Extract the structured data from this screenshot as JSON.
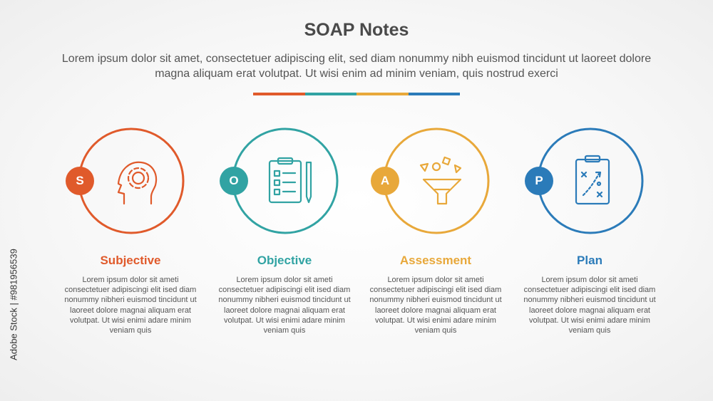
{
  "title": "SOAP Notes",
  "subtitle": "Lorem ipsum dolor sit amet, consectetuer adipiscing elit, sed diam nonummy nibh euismod tincidunt ut laoreet dolore magna aliquam erat volutpat. Ut wisi enim ad minim veniam, quis nostrud exerci",
  "colors": {
    "subjective": "#e05a2b",
    "objective": "#31a3a3",
    "assessment": "#e8a83a",
    "plan": "#2b7bb9"
  },
  "steps": [
    {
      "letter": "S",
      "heading": "Subjective",
      "icon": "head-gear-icon",
      "body": "Lorem ipsum dolor sit ameti consectetuer adipiscingi elit ised diam nonummy nibheri euismod tincidunt ut laoreet dolore magnai aliquam erat volutpat. Ut wisi enimi adare minim veniam quis"
    },
    {
      "letter": "O",
      "heading": "Objective",
      "icon": "clipboard-checklist-icon",
      "body": "Lorem ipsum dolor sit ameti consectetuer adipiscingi elit ised diam nonummy nibheri euismod tincidunt ut laoreet dolore magnai aliquam erat volutpat. Ut wisi enimi adare minim veniam quis"
    },
    {
      "letter": "A",
      "heading": "Assessment",
      "icon": "funnel-shapes-icon",
      "body": "Lorem ipsum dolor sit ameti consectetuer adipiscingi elit ised diam nonummy nibheri euismod tincidunt ut laoreet dolore magnai aliquam erat volutpat. Ut wisi enimi adare minim veniam quis"
    },
    {
      "letter": "P",
      "heading": "Plan",
      "icon": "clipboard-strategy-icon",
      "body": "Lorem ipsum dolor sit ameti consectetuer adipiscingi elit ised diam nonummy nibheri euismod tincidunt ut laoreet dolore magnai aliquam erat volutpat. Ut wisi enimi adare minim veniam quis"
    }
  ],
  "watermark": "Adobe Stock | #981956539"
}
